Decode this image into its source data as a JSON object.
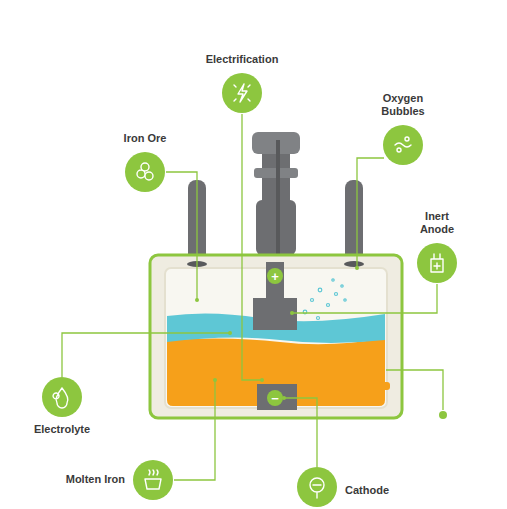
{
  "diagram": {
    "nodes": [
      {
        "text": [
          "Electrification"
        ]
      },
      {
        "text": [
          "Iron Ore"
        ]
      },
      {
        "text": [
          "Oxygen Bubbles"
        ]
      },
      {
        "text": [
          "Inert Anode"
        ]
      },
      {
        "text": [
          "Electrolyte"
        ]
      },
      {
        "text": [
          "Molten Iron"
        ]
      },
      {
        "text": [
          "Cathode"
        ]
      }
    ],
    "labels": [
      "+",
      "−"
    ]
  }
}
